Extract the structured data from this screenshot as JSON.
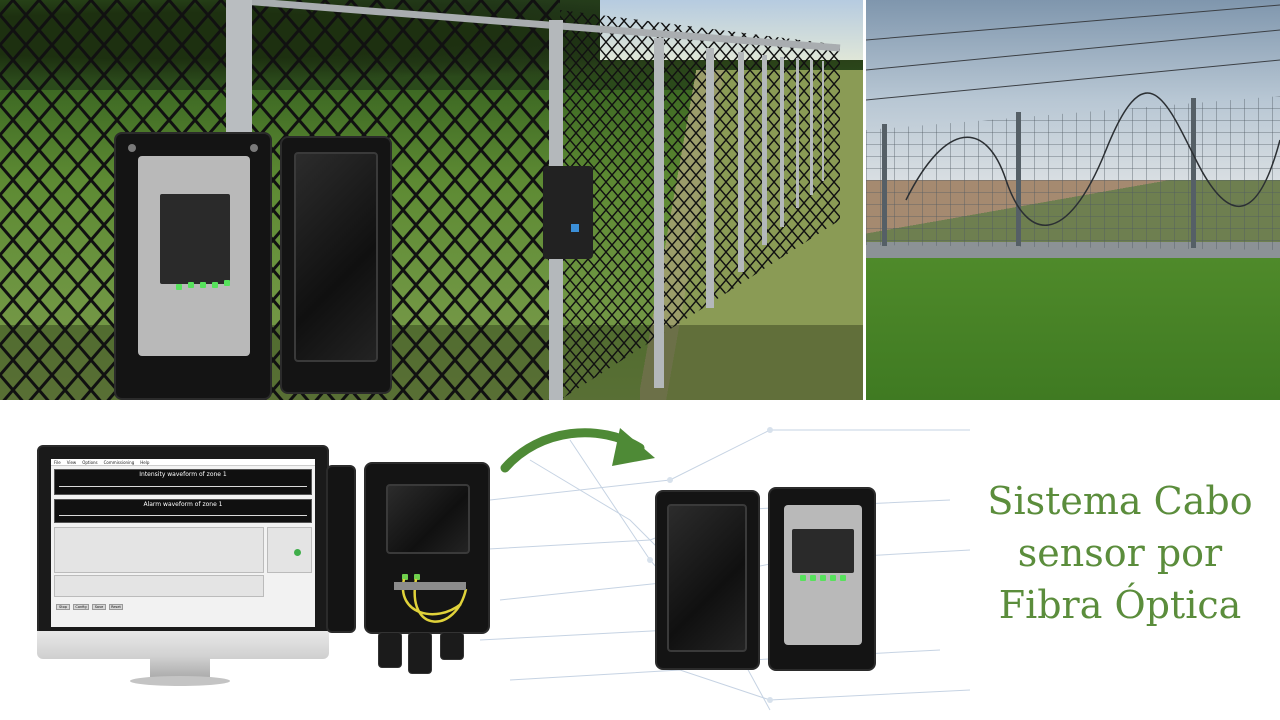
{
  "title": {
    "line1": "Sistema Cabo",
    "line2": "sensor por",
    "line3": "Fibra Óptica",
    "color": "#5b8d3c"
  },
  "software_ui": {
    "menu": [
      "File",
      "View",
      "Options",
      "Commissioning",
      "Help"
    ],
    "waveform_1_title": "Intensity waveform of zone 1",
    "waveform_2_title": "Alarm waveform of zone 1",
    "buttons": [
      "Stop",
      "Config",
      "Save",
      "Reset"
    ],
    "status_indicator_color": "#3fae4a"
  },
  "colors": {
    "arrow": "#4e8a36",
    "led": "#57e25c",
    "enclosure": "#141414"
  },
  "images": {
    "photo_left": "chain-link-fence-with-splice-enclosure",
    "photo_right": "welded-wire-fence-with-sensor-cable",
    "device": "fiber-splice-enclosure"
  }
}
